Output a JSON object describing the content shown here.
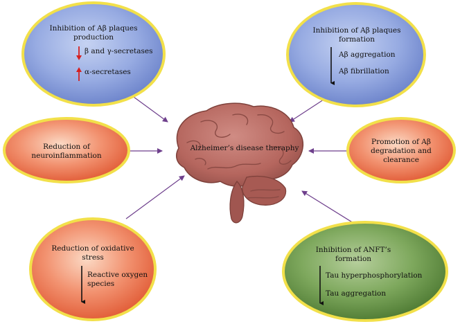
{
  "center": {
    "label": "Alzheimer’s disease theraphy"
  },
  "nodes": [
    {
      "id": "abeta-production",
      "title": "Inhibition of Aβ plaques production",
      "title_lines": [
        "Inhibition of Aβ plaques",
        "production"
      ],
      "items": [
        {
          "text": "β and γ-secretases",
          "arrow": "down",
          "arrow_color": "#d62020"
        },
        {
          "text": "α-secretases",
          "arrow": "up",
          "arrow_color": "#d62020"
        }
      ],
      "fill": "#8aa0dc",
      "stroke": "#f2e04a"
    },
    {
      "id": "abeta-formation",
      "title": "Inhibition of Aβ plaques formation",
      "title_lines": [
        "Inhibition of Aβ plaques",
        "formation"
      ],
      "items": [
        {
          "text": "Aβ aggregation"
        },
        {
          "text": "Aβ fibrillation"
        }
      ],
      "fill": "#8aa0dc",
      "stroke": "#f2e04a"
    },
    {
      "id": "neuroinflammation",
      "title": "Reduction of neuroinflammation",
      "title_lines": [
        "Reduction of",
        "neuroinflammation"
      ],
      "fill": "#ef7a55",
      "stroke": "#f2e04a"
    },
    {
      "id": "abeta-degradation",
      "title": "Promotion of Aβ degradation and clearance",
      "title_lines": [
        "Promotion of Aβ",
        "degradation and",
        "clearance"
      ],
      "fill": "#ef7a55",
      "stroke": "#f2e04a"
    },
    {
      "id": "oxidative-stress",
      "title": "Reduction of oxidative stress",
      "title_lines": [
        "Reduction of oxidative",
        "stress"
      ],
      "items": [
        {
          "text_lines": [
            "Reactive oxygen",
            "species"
          ]
        }
      ],
      "fill": "#ef7a55",
      "stroke": "#f2e04a"
    },
    {
      "id": "anft-formation",
      "title": "Inhibition of ANFT’s formation",
      "title_lines": [
        "Inhibition of ANFT’s",
        "formation"
      ],
      "items": [
        {
          "text": "Tau hyperphosphorylation"
        },
        {
          "text": "Tau aggregation"
        }
      ],
      "fill": "#6a9a48",
      "stroke": "#f2e04a"
    }
  ],
  "colors": {
    "connector": "#6e3f8c",
    "brain": "#b86a62",
    "brain_dark": "#8a4a44",
    "cerebellum": "#9a5650"
  }
}
